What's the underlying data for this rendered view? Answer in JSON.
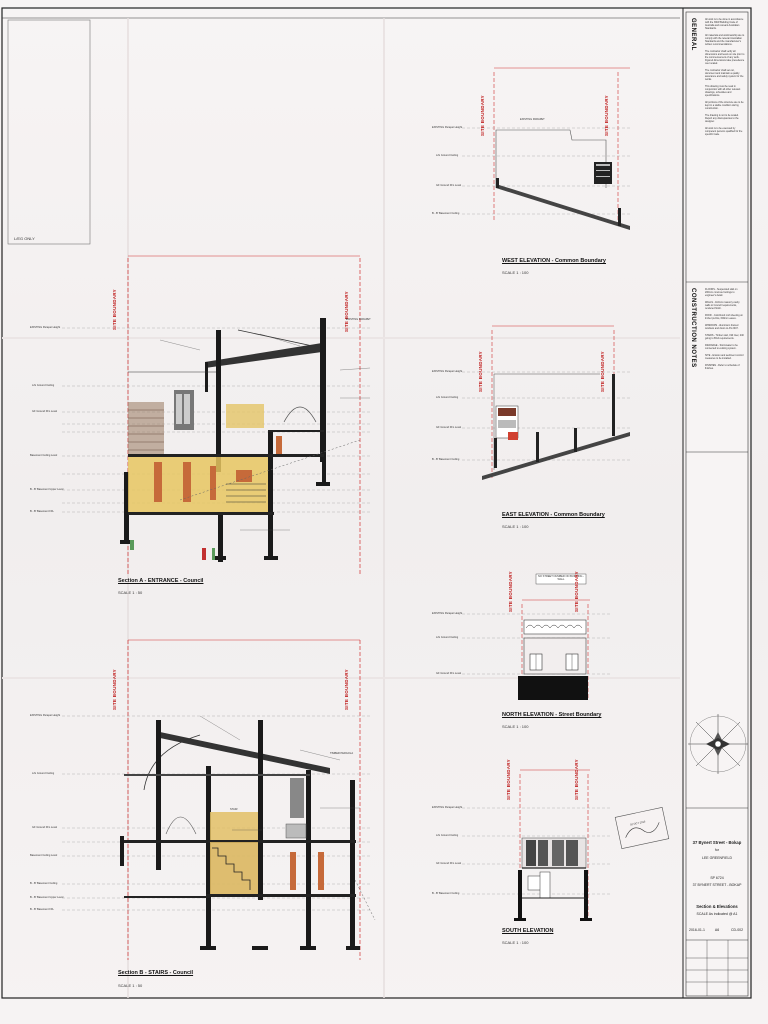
{
  "drawings": {
    "section_a": {
      "title": "Section A - ENTRANCE - Council",
      "scale": "SCALE 1 : 50"
    },
    "section_b": {
      "title": "Section B - STAIRS - Council",
      "scale": "SCALE 1 : 50"
    },
    "west_elevation": {
      "title": "WEST ELEVATION - Common Boundary",
      "scale": "SCALE 1 : 100"
    },
    "east_elevation": {
      "title": "EAST ELEVATION - Common Boundary",
      "scale": "SCALE 1 : 100"
    },
    "north_elevation": {
      "title": "NORTH ELEVATION - Street Boundary",
      "scale": "SCALE 1 : 100"
    },
    "south_elevation": {
      "title": "SOUTH ELEVATION",
      "scale": "SCALE 1 : 100"
    }
  },
  "labels": {
    "site_boundary": "SITE BOUNDARY",
    "existing_parapet": "EXISTING PARAPET",
    "existing_parapet_height": "EXISTING Parapet Height",
    "lg_ceiling": "L/G Ground Ceiling",
    "gf_level": "GF Ground FFL Level",
    "b_basement_ceiling": "B - B' Basement Ceiling",
    "gf_ceiling": "GF Ground Ceiling",
    "basement_ceiling": "Basement Ceiling Level",
    "b_basement_upper": "B - B' Basement Upper Level",
    "b_basement_ffl": "B - B' Basement FFL",
    "legend_only": "L/EG ONLY",
    "stair": "STAIR",
    "timber_pergola": "TIMBER PERGOLA",
    "no_street_number": "NO STREET NUMBER ON BUILDING - WALL"
  },
  "right_panel": {
    "general_heading": "GENERAL",
    "general_notes": [
      "All work is to be done in accordance with the NSW Building Code of Australia and relevant Australian Standards.",
      "All materials and workmanship are to comply with the relevant Australian Standards and the manufacturer's written recommendations.",
      "The contractor shall verify all dimensions and levels on site prior to the commencement of any work. Figured dimensions take precedence over scaled.",
      "The contractor shall set out, document and maintain a quality assurance and safety system for the works.",
      "This drawing must be read in conjunction with all other relevant drawings, schedules and specifications.",
      "All portions of the structure are to be kept in a stable condition during construction.",
      "The drawing is not to be scaled. Report any discrepancies to the designer.",
      "All work is to be executed by competent persons qualified for the specific trade."
    ],
    "construction_heading": "CONSTRUCTION NOTES",
    "construction_notes": [
      "FLOORS - Suspended slab on 200mm concrete footings to engineer's detail.",
      "WALLS - 110mm masonry cavity walls to Council requirements, rendered finish.",
      "ROOF - Colorbond roof sheeting on timber purlins, 600mm eaves.",
      "WINDOWS - Aluminium framed windows and doors to AS 2047.",
      "STAIRS - Timber stair, 190 riser, 240 going to BCA requirements.",
      "DRAINAGE - Stormwater to be connected to existing system.",
      "SITE - Erosion and sediment control measures to be installed.",
      "FINISHES - Refer to schedule of finishes."
    ],
    "title_block": {
      "project_line1": "37 Bynert Street - Bokap",
      "project_line2": "for",
      "client": "LEE GREENFIELD",
      "lot": "SP 6724",
      "address": "37 BYNERT STREET - BOKAP",
      "drawing_title": "Section & Elevations",
      "drawing_scale": "SCALE As indicated @ A1",
      "date": "2016-01-1",
      "sheet": "A6",
      "dwg_no": "CD-002"
    },
    "stamp_text": "02 OCT 2016"
  }
}
